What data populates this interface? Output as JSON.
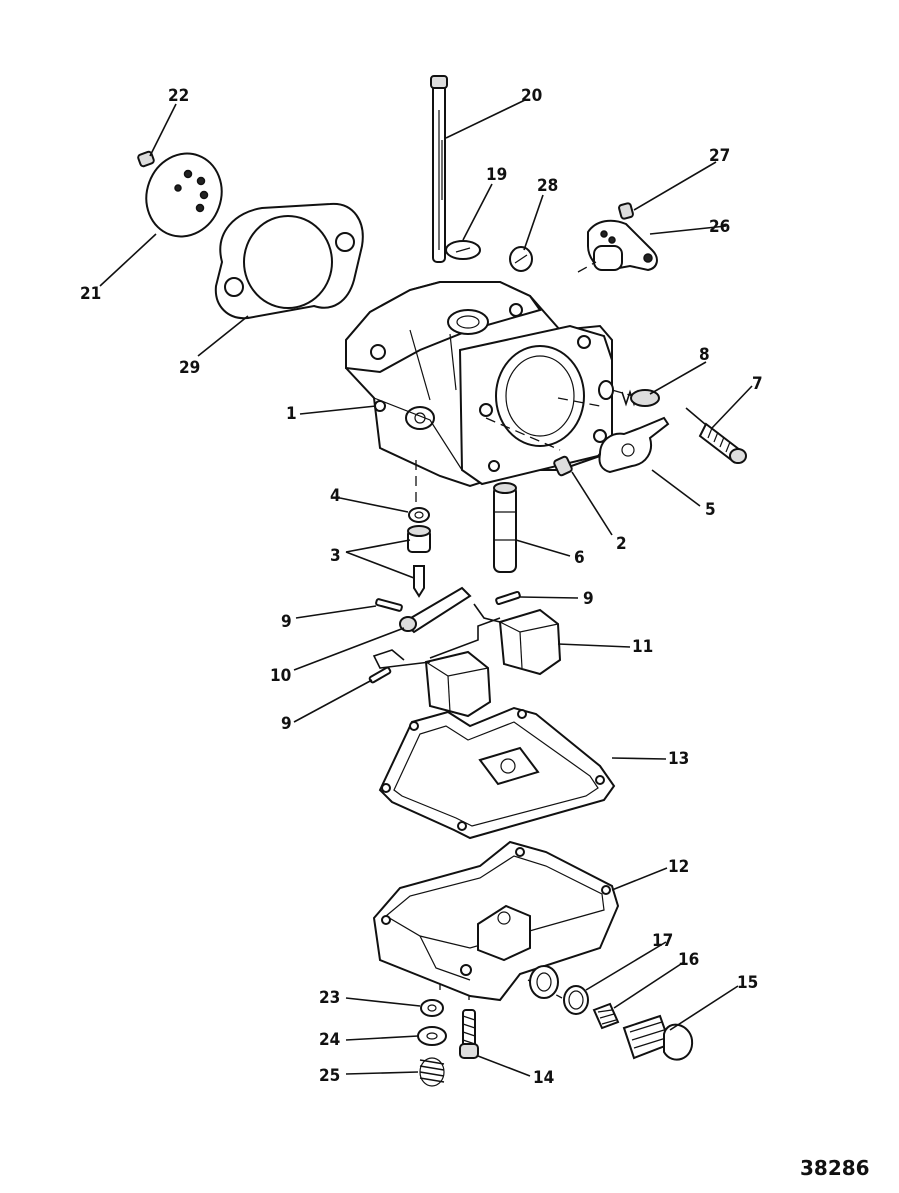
{
  "figure_number": "38286",
  "callouts": [
    {
      "id": "c1",
      "text": "1"
    },
    {
      "id": "c2",
      "text": "2"
    },
    {
      "id": "c3",
      "text": "3"
    },
    {
      "id": "c4",
      "text": "4"
    },
    {
      "id": "c5",
      "text": "5"
    },
    {
      "id": "c6",
      "text": "6"
    },
    {
      "id": "c7",
      "text": "7"
    },
    {
      "id": "c8",
      "text": "8"
    },
    {
      "id": "c9a",
      "text": "9"
    },
    {
      "id": "c9b",
      "text": "9"
    },
    {
      "id": "c9c",
      "text": "9"
    },
    {
      "id": "c10",
      "text": "10"
    },
    {
      "id": "c11",
      "text": "11"
    },
    {
      "id": "c12",
      "text": "12"
    },
    {
      "id": "c13",
      "text": "13"
    },
    {
      "id": "c14",
      "text": "14"
    },
    {
      "id": "c15",
      "text": "15"
    },
    {
      "id": "c16",
      "text": "16"
    },
    {
      "id": "c17",
      "text": "17"
    },
    {
      "id": "c19",
      "text": "19"
    },
    {
      "id": "c20",
      "text": "20"
    },
    {
      "id": "c21",
      "text": "21"
    },
    {
      "id": "c22",
      "text": "22"
    },
    {
      "id": "c23",
      "text": "23"
    },
    {
      "id": "c24",
      "text": "24"
    },
    {
      "id": "c25",
      "text": "25"
    },
    {
      "id": "c26",
      "text": "26"
    },
    {
      "id": "c27",
      "text": "27"
    },
    {
      "id": "c28",
      "text": "28"
    },
    {
      "id": "c29",
      "text": "29"
    }
  ]
}
